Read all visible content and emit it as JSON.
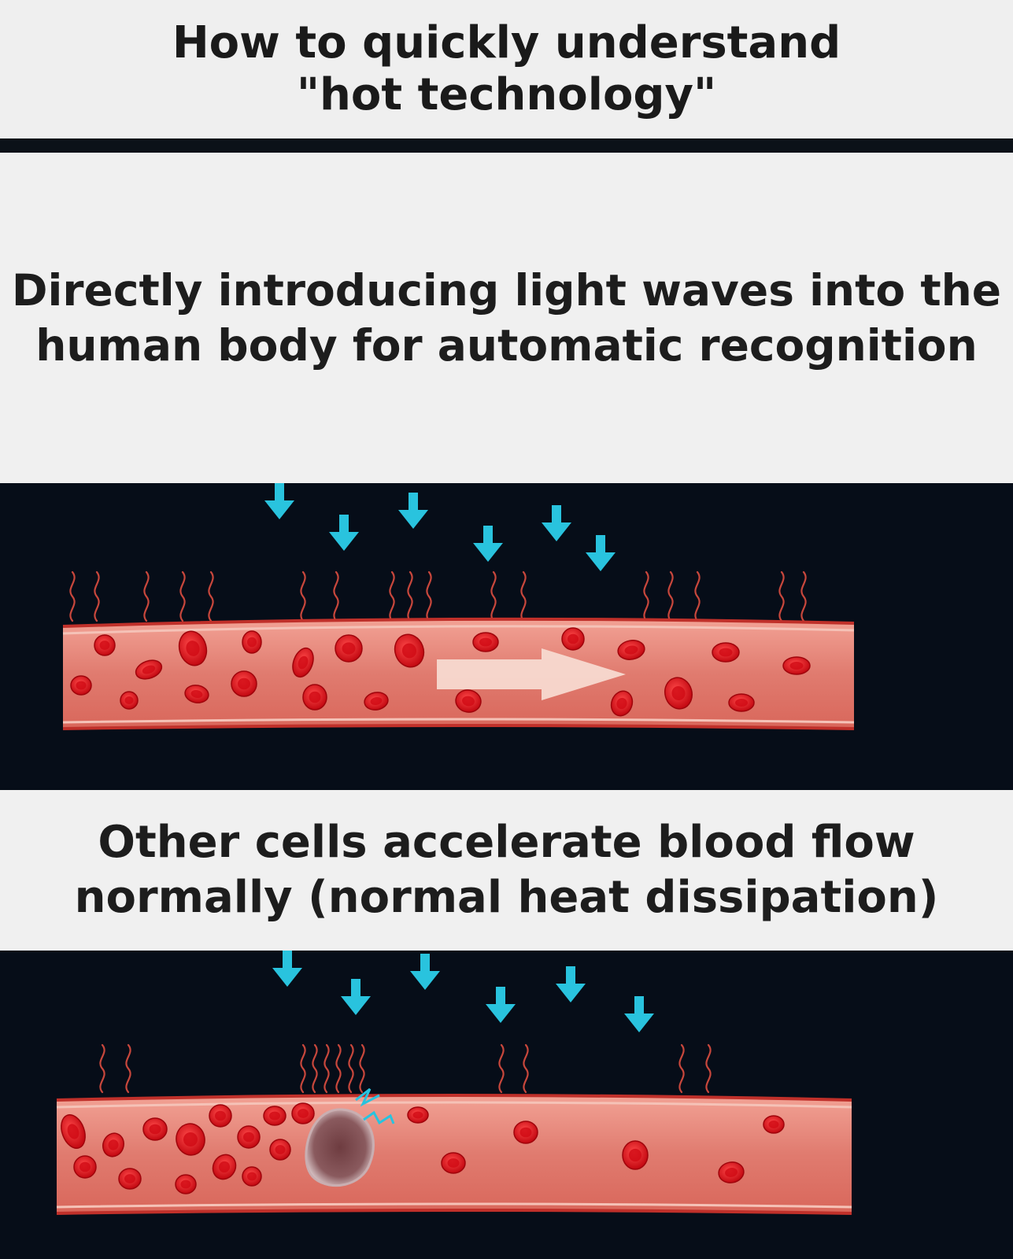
{
  "title": {
    "line1": "How to quickly understand",
    "line2": "\"hot technology\""
  },
  "intro": {
    "line1": "Directly introducing light waves into the",
    "line2": "human body for automatic recognition"
  },
  "caption": {
    "line1": "Other cells accelerate blood flow",
    "line2": "normally (normal heat dissipation)"
  },
  "colors": {
    "background": "#f0f0f0",
    "panel": "#060d18",
    "light_arrow": "#29c3de",
    "vessel": "#e07b6f",
    "vessel_edge": "#c0302a",
    "cell": "#e3141c",
    "heat_wave": "#c8473c",
    "flow_arrow": "#f7dcd3",
    "abnormal_cell": "#8a5a5e"
  },
  "icons": {
    "light_wave": "down-arrow-icon",
    "heat": "heat-wave-icon",
    "flow": "flow-arrow-icon",
    "spark": "lightning-spark-icon"
  }
}
